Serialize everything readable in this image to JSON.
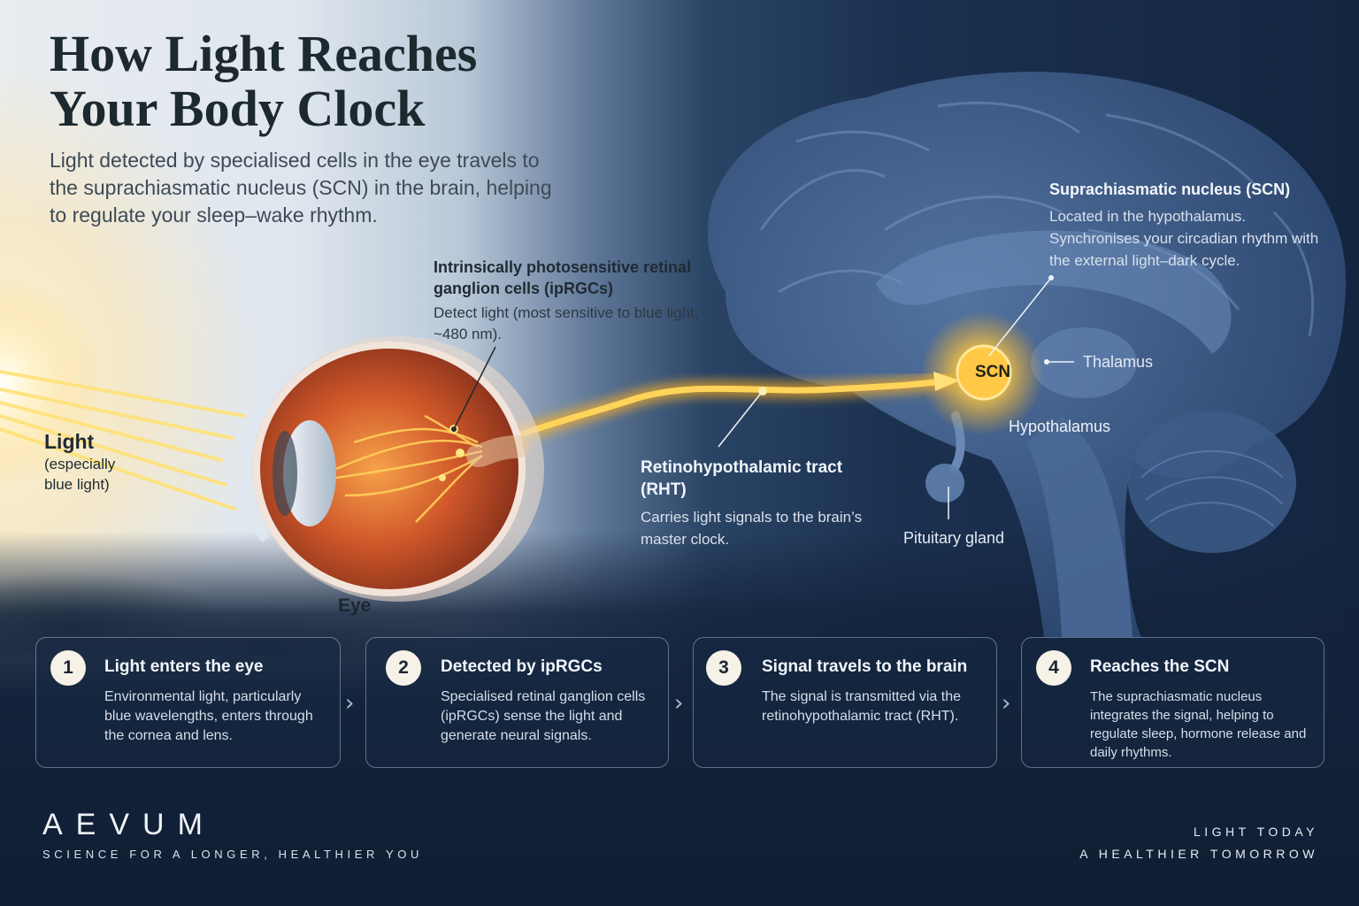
{
  "title_lines": [
    "How Light Reaches",
    "Your Body Clock"
  ],
  "intro": "Light detected by specialised cells in the eye travels to the suprachiasmatic nucleus (SCN) in the brain, helping to regulate your sleep–wake rhythm.",
  "labels": {
    "light": {
      "title": "Light",
      "sub": "(especially blue light)"
    },
    "iprgc": {
      "title": "Intrinsically photosensitive retinal ganglion cells (ipRGCs)",
      "desc": "Detect light (most sensitive to blue light, ~480 nm)."
    },
    "eye": "Eye",
    "rht": {
      "title": "Retinohypothalamic tract (RHT)",
      "desc": "Carries light signals to the brain’s master clock."
    },
    "scn_tag": "SCN",
    "scn": {
      "title": "Suprachiasmatic nucleus (SCN)",
      "desc": "Located in the hypothalamus. Synchronises your circadian rhythm with the external light–dark cycle."
    },
    "thalamus": "Thalamus",
    "hypothalamus": "Hypothalamus",
    "pituitary": "Pituitary gland"
  },
  "steps": [
    {
      "num": "1",
      "title": "Light enters the eye",
      "desc": "Environmental light, particularly blue wavelengths, enters through the cornea and lens."
    },
    {
      "num": "2",
      "title": "Detected by ipRGCs",
      "desc": "Specialised retinal ganglion cells (ipRGCs) sense the light and generate neural signals."
    },
    {
      "num": "3",
      "title": "Signal travels to the brain",
      "desc": "The signal is transmitted via the retinohypothalamic tract (RHT)."
    },
    {
      "num": "4",
      "title": "Reaches the SCN",
      "desc": "The suprachiasmatic nucleus integrates the signal, helping to regulate sleep, hormone release and daily rhythms."
    }
  ],
  "brand": {
    "name": "AEVUM",
    "tagline": "SCIENCE FOR A LONGER, HEALTHIER YOU"
  },
  "slogan_lines": [
    "LIGHT TODAY",
    "A HEALTHIER TOMORROW"
  ],
  "colors": {
    "accent_gold": "#f6b832",
    "navy": "#13253f",
    "brain": "#4d6d9a"
  },
  "icons": {
    "chevron": "chevron-right-icon"
  }
}
